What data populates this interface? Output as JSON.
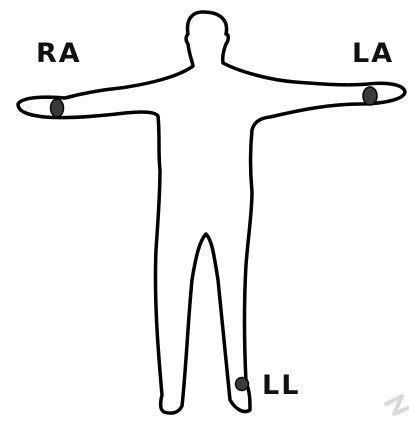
{
  "diagram": {
    "labels": {
      "right_arm": "RA",
      "left_arm": "LA",
      "left_leg": "LL"
    },
    "colors": {
      "outline": "#000000",
      "electrode": "#3a3a3a",
      "label": "#111111",
      "watermark": "#d9d9d9"
    }
  }
}
